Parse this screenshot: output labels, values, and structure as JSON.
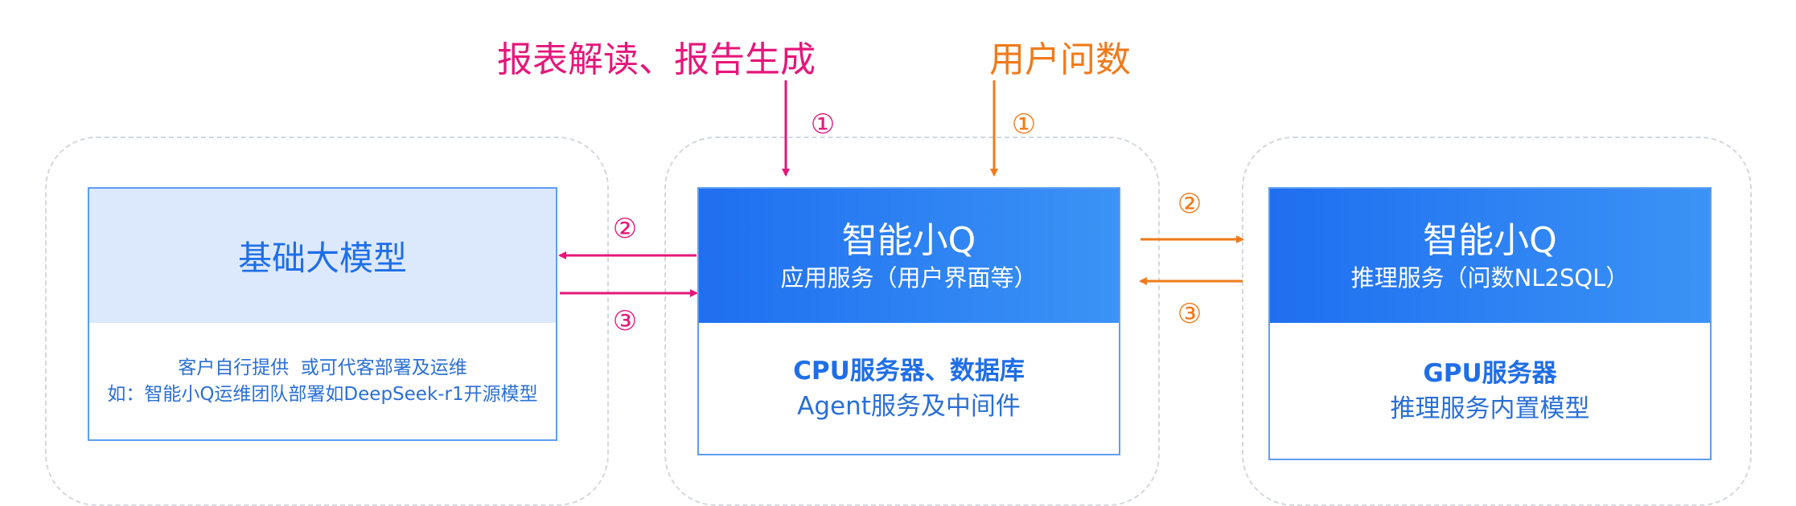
{
  "labels": {
    "report": "报表解读、报告生成",
    "query": "用户问数"
  },
  "steps": {
    "one": "①",
    "two": "②",
    "three": "③"
  },
  "base_model": {
    "title": "基础大模型",
    "line1": "客户自行提供  或可代客部署及运维",
    "line2": "如：智能小Q运维团队部署如DeepSeek-r1开源模型"
  },
  "app_service": {
    "title": "智能小Q",
    "subtitle": "应用服务（用户界面等）",
    "body_strong": "CPU服务器、数据库",
    "body_normal": "Agent服务及中间件"
  },
  "infer_service": {
    "title": "智能小Q",
    "subtitle": "推理服务（问数NL2SQL）",
    "body_strong": "GPU服务器",
    "body_normal": "推理服务内置模型"
  },
  "colors": {
    "pink": "#e5177a",
    "orange": "#f07a1a",
    "blue": "#1f6ee8",
    "light_blue": "#dce9fc"
  }
}
